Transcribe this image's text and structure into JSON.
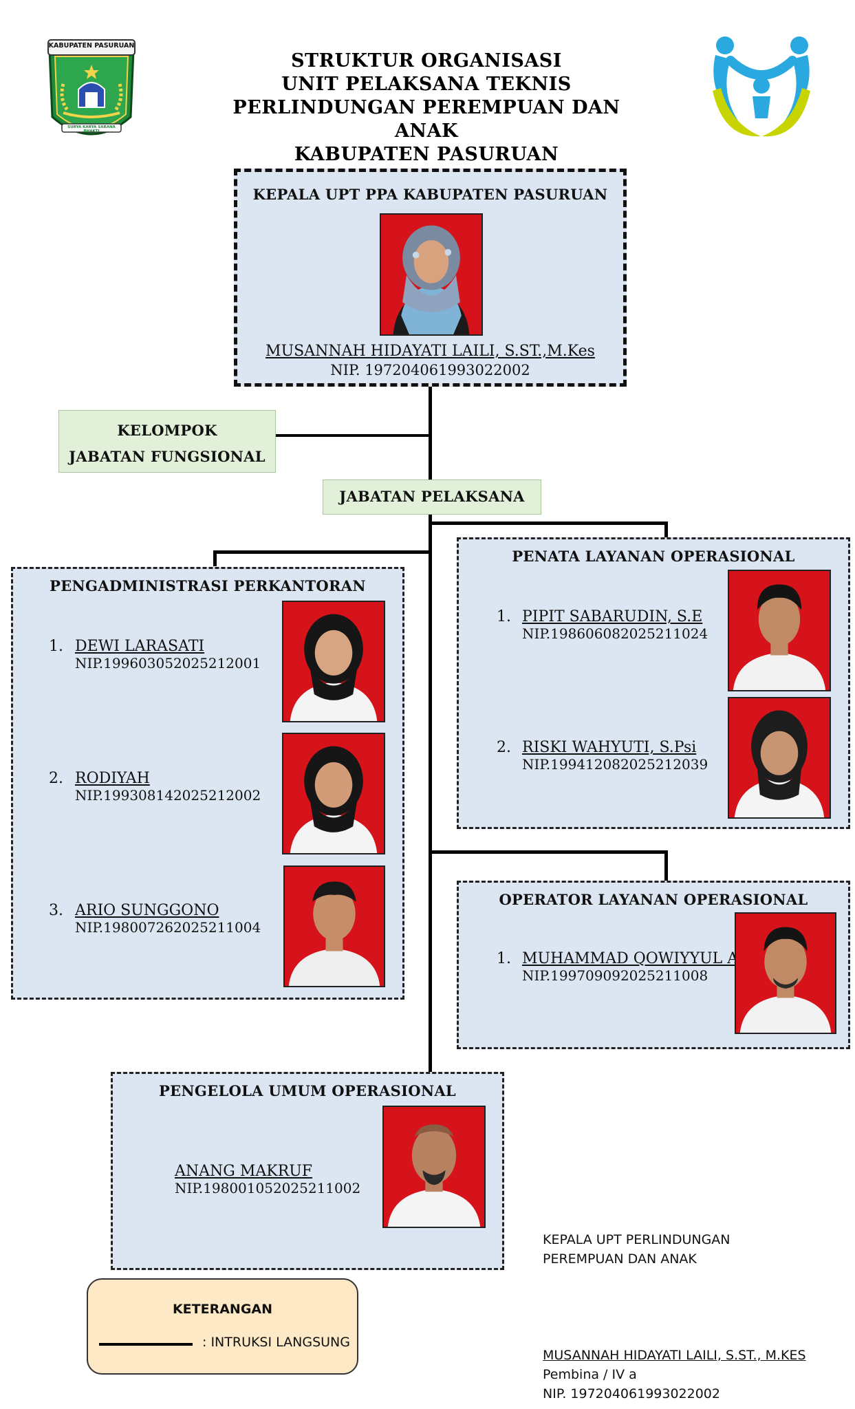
{
  "header": {
    "title_lines": [
      "STRUKTUR ORGANISASI",
      "UNIT PELAKSANA TEKNIS",
      "PERLINDUNGAN PEREMPUAN DAN ANAK",
      "KABUPATEN PASURUAN"
    ],
    "left_logo": {
      "icon": "kabupaten-pasuruan-crest",
      "banner_text": "KABUPATEN PASURUAN",
      "motto": "SURYA KARYA SARANA BHAKTI"
    },
    "right_logo": {
      "icon": "family-protection-emblem",
      "colors": [
        "#29a9e0",
        "#c8d400"
      ]
    }
  },
  "head": {
    "title": "KEPALA UPT PPA KABUPATEN PASURUAN",
    "name": "MUSANNAH HIDAYATI LAILI, S.ST.,M.Kes",
    "nip": "NIP. 197204061993022002"
  },
  "functional_group": {
    "line1": "KELOMPOK",
    "line2": "JABATAN FUNGSIONAL"
  },
  "executive": {
    "label": "JABATAN PELAKSANA"
  },
  "units": {
    "admin": {
      "title": "PENGADMINISTRASI PERKANTORAN",
      "members": [
        {
          "num": "1.",
          "name": "DEWI LARASATI",
          "nip": "NIP.199603052025212001"
        },
        {
          "num": "2.",
          "name": "RODIYAH",
          "nip": "NIP.199308142025212002"
        },
        {
          "num": "3.",
          "name": "ARIO SUNGGONO",
          "nip": "NIP.198007262025211004"
        }
      ]
    },
    "penata": {
      "title": "PENATA LAYANAN OPERASIONAL",
      "members": [
        {
          "num": "1.",
          "name": "PIPIT SABARUDIN, S.E",
          "nip": "NIP.198606082025211024"
        },
        {
          "num": "2.",
          "name": "RISKI WAHYUTI, S.Psi",
          "nip": "NIP.199412082025212039"
        }
      ]
    },
    "operator": {
      "title": "OPERATOR LAYANAN OPERASIONAL",
      "members": [
        {
          "num": "1.",
          "name": "MUHAMMAD QOWIYYUL A",
          "nip": "NIP.199709092025211008"
        }
      ]
    },
    "pengelola": {
      "title": "PENGELOLA UMUM OPERASIONAL",
      "members": [
        {
          "name": "ANANG MAKRUF",
          "nip": "NIP.198001052025211002"
        }
      ]
    }
  },
  "legend": {
    "title": "KETERANGAN",
    "line_label": ": INTRUKSI LANGSUNG"
  },
  "signature": {
    "role_line1": "KEPALA UPT PERLINDUNGAN",
    "role_line2": "PEREMPUAN DAN ANAK",
    "name": "MUSANNAH HIDAYATI LAILI, S.ST., M.KES",
    "rank": "Pembina / IV a",
    "nip": "NIP. 197204061993022002"
  },
  "colors": {
    "box_fill": "#dce6f2",
    "green_box_fill": "#e2efd9",
    "legend_fill": "#fde9c6",
    "photo_background": "#d6121a"
  }
}
